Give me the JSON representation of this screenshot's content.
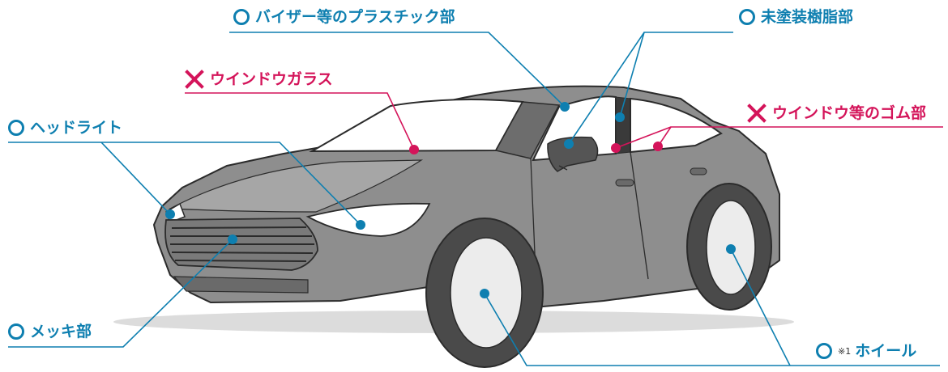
{
  "colors": {
    "ok": "#0e7fb0",
    "ng": "#d4145a",
    "car_body": "#8e8e8e",
    "car_outline": "#2b2b2b",
    "window": "#ffffff",
    "wheel_face": "#ececec",
    "tire": "#4a4a4a"
  },
  "labels": {
    "visor_plastic": {
      "mark": "ok",
      "text": "バイザー等のプラスチック部"
    },
    "unpainted_resin": {
      "mark": "ok",
      "text": "未塗装樹脂部"
    },
    "window_glass": {
      "mark": "ng",
      "text": "ウインドウガラス"
    },
    "window_rubber": {
      "mark": "ng",
      "text": "ウインドウ等のゴム部"
    },
    "headlight": {
      "mark": "ok",
      "text": "ヘッドライト"
    },
    "plating": {
      "mark": "ok",
      "text": "メッキ部"
    },
    "wheel": {
      "mark": "ok",
      "note": "※1",
      "text": "ホイール"
    }
  }
}
